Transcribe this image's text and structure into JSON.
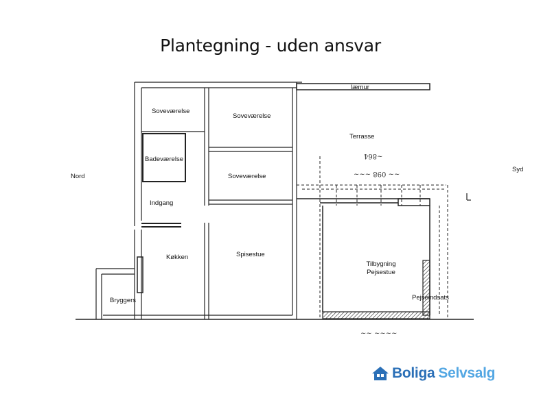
{
  "title": "Plantegning - uden ansvar",
  "labels": {
    "laemur": "læmur",
    "sovevaerelse_1": "Soveværelse",
    "sovevaerelse_2": "Soveværelse",
    "sovevaerelse_3": "Soveværelse",
    "terrasse": "Terrasse",
    "badevaerelse": "Badeværelse",
    "nord": "Nord",
    "syd": "Syd",
    "indgang": "Indgang",
    "koekken": "Køkken",
    "spisestue": "Spisestue",
    "tilbygning": "Tilbygning",
    "pejsestue": "Pejsestue",
    "pejseindsats": "Pejseindsats",
    "bryggers": "Bryggers"
  },
  "logo": {
    "part1": "Boliga",
    "part2": "Selvsalg",
    "icon": "house-icon",
    "color_primary": "#2a6fb7",
    "color_secondary": "#53a7e3"
  }
}
